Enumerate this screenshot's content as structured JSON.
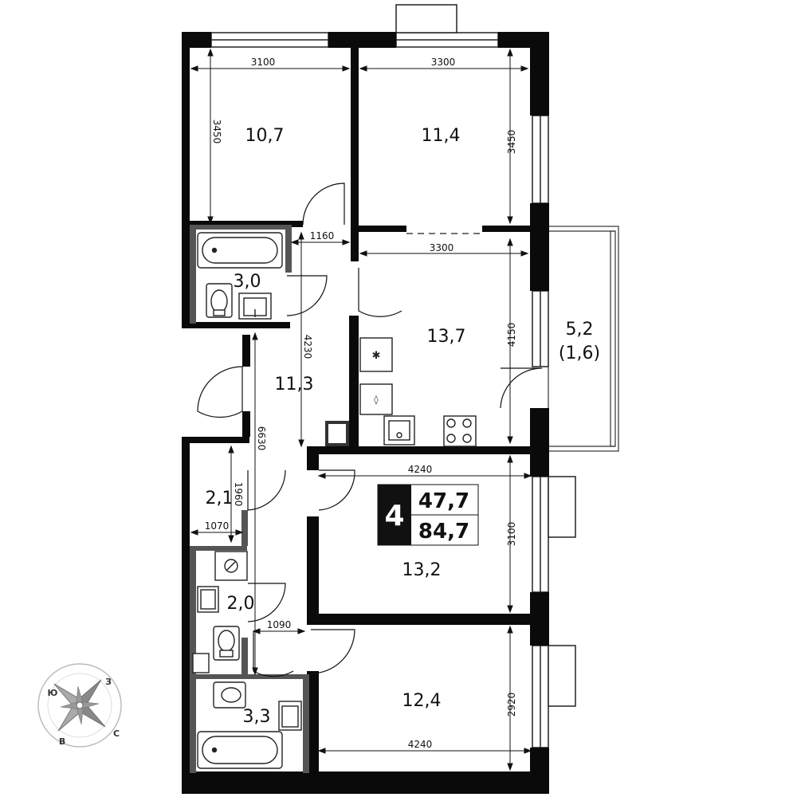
{
  "rooms": {
    "bedroom_nw": "10,7",
    "bedroom_n": "11,4",
    "bathroom_top": "3,0",
    "kitchen": "13,7",
    "hall": "11,3",
    "balcony": "5,2",
    "balcony_sub": "(1,6)",
    "wardrobe": "2,1",
    "wc": "2,0",
    "bedroom_mid": "13,2",
    "bathroom_bottom": "3,3",
    "bedroom_south": "12,4"
  },
  "dimensions": {
    "d3100_top": "3100",
    "d3300_top": "3300",
    "d3450_left": "3450",
    "d3450_right": "3450",
    "d1160": "1160",
    "d3300_mid": "3300",
    "d4230": "4230",
    "d4150": "4150",
    "d6630": "6630",
    "d1960": "1960",
    "d1070": "1070",
    "d4240_top": "4240",
    "d3100_right": "3100",
    "d1090": "1090",
    "d2920": "2920",
    "d4240_bottom": "4240"
  },
  "badge": {
    "rooms_count": "4",
    "living_area": "47,7",
    "total_area": "84,7"
  },
  "compass": {
    "north": "С",
    "south": "Ю",
    "east": "В",
    "west": "З"
  }
}
